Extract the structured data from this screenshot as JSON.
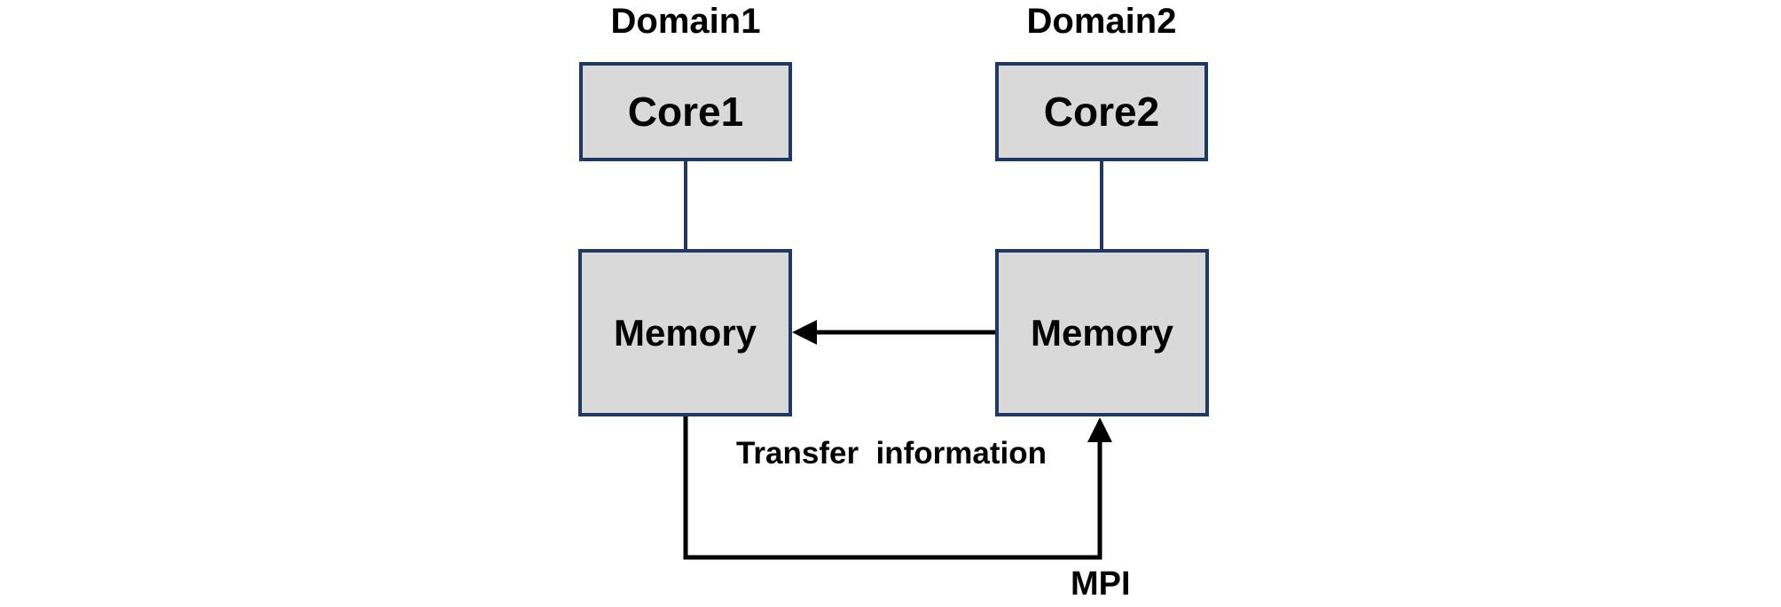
{
  "colors": {
    "background": "#ffffff",
    "box-fill": "#d9d9d9",
    "box-border": "#1f3864",
    "connector-navy": "#1f3864",
    "arrow-black": "#000000",
    "text-black": "#000000"
  },
  "diagram": {
    "domains": [
      {
        "label": "Domain1",
        "core_label": "Core1",
        "memory_label": "Memory"
      },
      {
        "label": "Domain2",
        "core_label": "Core2",
        "memory_label": "Memory"
      }
    ],
    "transfer_label": "Transfer  information",
    "mpi_label": "MPI"
  }
}
